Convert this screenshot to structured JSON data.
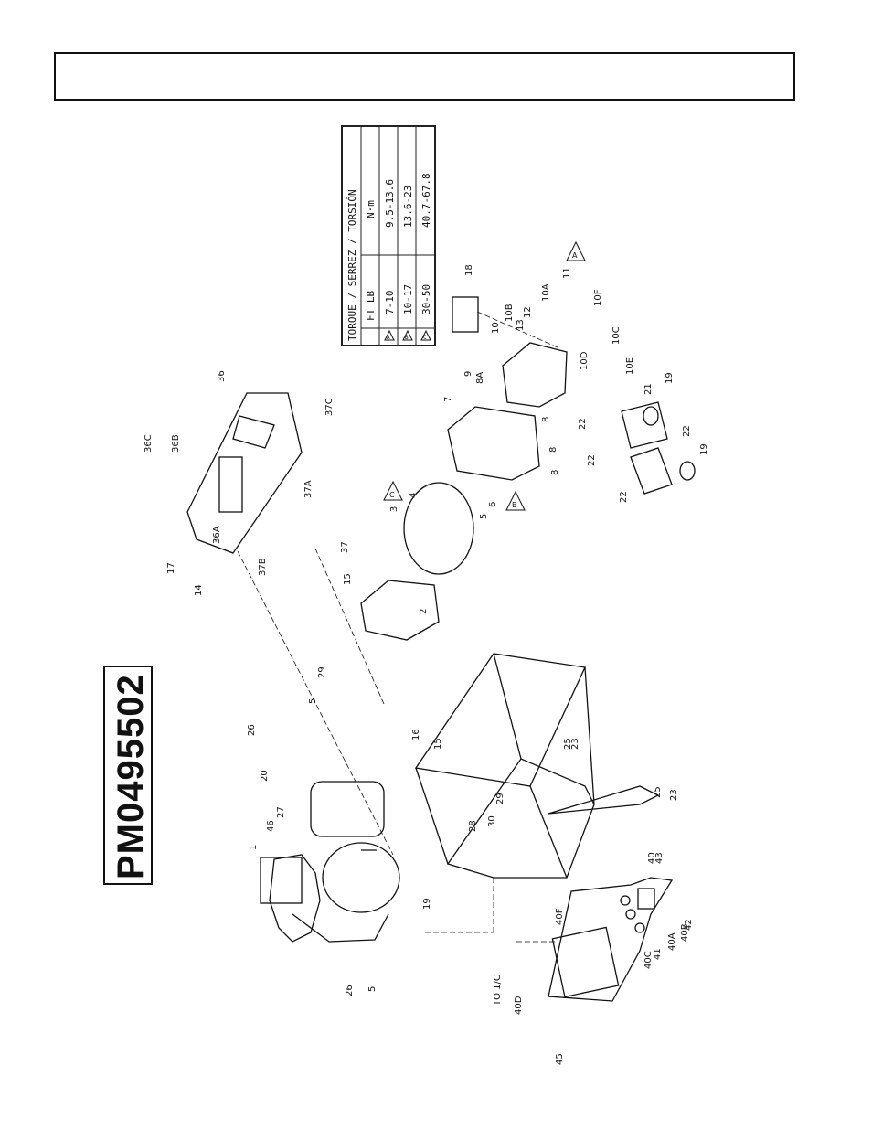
{
  "model_number": "PM0495502",
  "torque_table": {
    "title": "TORQUE / SERREZ / TORSIÓN",
    "col_ftlb": "FT LB",
    "col_nm": "N·m",
    "rows": [
      {
        "mark": "A",
        "ftlb": "7-10",
        "nm": "9.5-13.6"
      },
      {
        "mark": "B",
        "ftlb": "10-17",
        "nm": "13.6-23"
      },
      {
        "mark": "C",
        "ftlb": "30-50",
        "nm": "40.7-67.8"
      }
    ]
  },
  "callouts": [
    "1",
    "2",
    "3",
    "4",
    "5",
    "5",
    "5",
    "6",
    "7",
    "8",
    "8",
    "8",
    "8A",
    "9",
    "10",
    "10A",
    "10B",
    "10C",
    "10D",
    "10E",
    "10F",
    "11",
    "12",
    "13",
    "14",
    "15",
    "15",
    "16",
    "17",
    "18",
    "19",
    "19",
    "19",
    "20",
    "21",
    "22",
    "22",
    "22",
    "22",
    "23",
    "23",
    "25",
    "25",
    "26",
    "26",
    "27",
    "28",
    "29",
    "29",
    "30",
    "36",
    "36A",
    "36B",
    "36C",
    "37",
    "37A",
    "37B",
    "37C",
    "40",
    "40A",
    "40B",
    "40C",
    "40D",
    "40F",
    "41",
    "42",
    "43",
    "45",
    "46"
  ],
  "note_to": "TO 1/C",
  "torque_marks": [
    "A",
    "B",
    "C"
  ],
  "colors": {
    "ink": "#111111",
    "paper": "#ffffff"
  }
}
